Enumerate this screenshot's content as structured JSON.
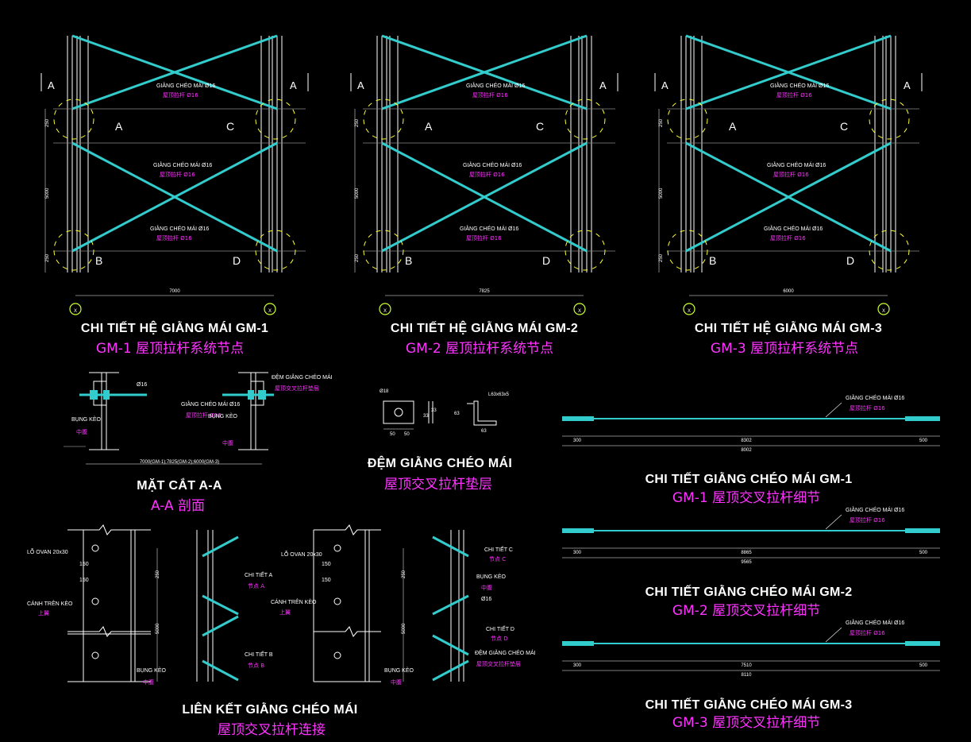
{
  "colors": {
    "background": "#000000",
    "line": "#ffffff",
    "brace": "#33cccc",
    "label_cn": "#ff33ff",
    "axis": "#ccff33",
    "detail_circle": "#ffff33"
  },
  "plans": [
    {
      "title": "CHI TIẾT HỆ GIẰNG MÁI GM-1",
      "subtitle": "GM-1 屋顶拉杆系统节点",
      "span": "7000",
      "brace_label": "GIẰNG CHÉO MÁI Ø16",
      "brace_label_cn": "屋顶拉杆 Ø16",
      "dims": [
        "250",
        "5000",
        "250"
      ],
      "section_mark": "A",
      "nodes": [
        "A",
        "C",
        "B",
        "D"
      ],
      "axis": "X"
    },
    {
      "title": "CHI TIẾT HỆ GIẰNG MÁI GM-2",
      "subtitle": "GM-2 屋顶拉杆系统节点",
      "span": "7825",
      "brace_label": "GIẰNG CHÉO MÁI Ø16",
      "brace_label_cn": "屋顶拉杆 Ø16",
      "dims": [
        "250",
        "5000",
        "250"
      ],
      "section_mark": "A",
      "nodes": [
        "A",
        "C",
        "B",
        "D"
      ],
      "axis": "X"
    },
    {
      "title": "CHI TIẾT HỆ GIẰNG MÁI GM-3",
      "subtitle": "GM-3 屋顶拉杆系统节点",
      "span": "6000",
      "brace_label": "GIẰNG CHÉO MÁI Ø16",
      "brace_label_cn": "屋顶拉杆 Ø16",
      "dims": [
        "250",
        "5000",
        "250"
      ],
      "section_mark": "A",
      "nodes": [
        "A",
        "C",
        "B",
        "D"
      ],
      "axis": "X"
    }
  ],
  "section": {
    "title": "MẶT CẮT A-A",
    "subtitle": "A-A 剖面",
    "rod": "Ø16",
    "brace_label": "GIẰNG CHÉO MÁI Ø16",
    "brace_label_cn": "屋顶拉杆 Ø16",
    "web_label": "BỤNG KÈO",
    "web_label_cn": "中腹",
    "pad_label": "ĐỆM GIẰNG CHÉO MÁI",
    "pad_label_cn": "屋顶交叉拉杆垫层",
    "span_text": "7000(GM-1);7825(GM-2);6000(GM-3)"
  },
  "pad": {
    "title": "ĐỆM GIẰNG CHÉO MÁI",
    "subtitle": "屋顶交叉拉杆垫层",
    "dims": [
      "Ø18",
      "50",
      "50",
      "33",
      "33",
      "63",
      "63",
      "L63x63x5"
    ]
  },
  "rods": [
    {
      "title": "CHI TIẾT GIẰNG CHÉO MÁI GM-1",
      "subtitle": "GM-1 屋顶交叉拉杆细节",
      "label": "GIẰNG CHÉO MÁI Ø16",
      "label_cn": "屋顶拉杆 Ø16",
      "left": "300",
      "mid": "8302",
      "right": "500",
      "total": "8002"
    },
    {
      "title": "CHI TIẾT GIẰNG CHÉO MÁI GM-2",
      "subtitle": "GM-2 屋顶交叉拉杆细节",
      "label": "GIẰNG CHÉO MÁI Ø16",
      "label_cn": "屋顶拉杆 Ø16",
      "left": "300",
      "mid": "8865",
      "right": "500",
      "total": "9565"
    },
    {
      "title": "CHI TIẾT GIẰNG CHÉO MÁI GM-3",
      "subtitle": "GM-3 屋顶交叉拉杆细节",
      "label": "GIẰNG CHÉO MÁI Ø16",
      "label_cn": "屋顶拉杆 Ø16",
      "left": "300",
      "mid": "7510",
      "right": "500",
      "total": "8110"
    }
  ],
  "connection": {
    "title": "LIÊN KẾT GIẰNG CHÉO MÁI",
    "subtitle": "屋顶交叉拉杆连接",
    "hole": "LỖ OVAN 20x30",
    "flange": "CÁNH TRÊN KÈO",
    "flange_cn": "上翼",
    "web": "BỤNG KÈO",
    "web_cn": "中腹",
    "d150": "150",
    "d250": "250",
    "d5000": "5000",
    "detailA": "CHI TIẾT A",
    "detailA_cn": "节点 A",
    "detailB": "CHI TIẾT B",
    "detailB_cn": "节点 B",
    "detailC": "CHI TIẾT C",
    "detailC_cn": "节点 C",
    "detailD": "CHI TIẾT D",
    "detailD_cn": "节点 D",
    "rod_cn": "Ø16",
    "pad": "ĐỆM GIẰNG CHÉO MÁI",
    "pad_cn": "屋顶交叉拉杆垫层"
  }
}
